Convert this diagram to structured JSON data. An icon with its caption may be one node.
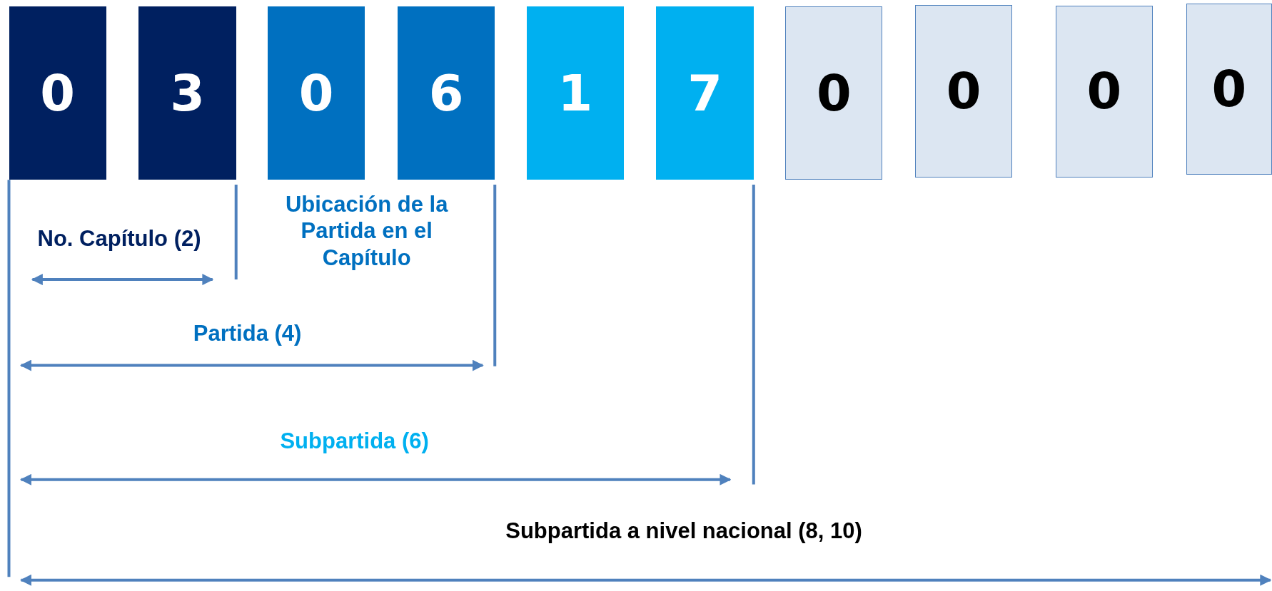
{
  "diagram": {
    "nodes": [
      {
        "text": [
          "0"
        ]
      },
      {
        "text": [
          "3"
        ]
      },
      {
        "text": [
          "0"
        ]
      },
      {
        "text": [
          "6"
        ]
      },
      {
        "text": [
          "1"
        ]
      },
      {
        "text": [
          "7"
        ]
      },
      {
        "text": [
          "0"
        ]
      },
      {
        "text": [
          "0"
        ]
      },
      {
        "text": [
          "0"
        ]
      },
      {
        "text": [
          "0"
        ]
      }
    ],
    "labels": [
      "No. Capítulo (2)",
      "Ubicación de la Partida en el Capítulo",
      "Partida (4)",
      "Subpartida (6)",
      "Subpartida a nivel nacional (8, 10)"
    ]
  }
}
